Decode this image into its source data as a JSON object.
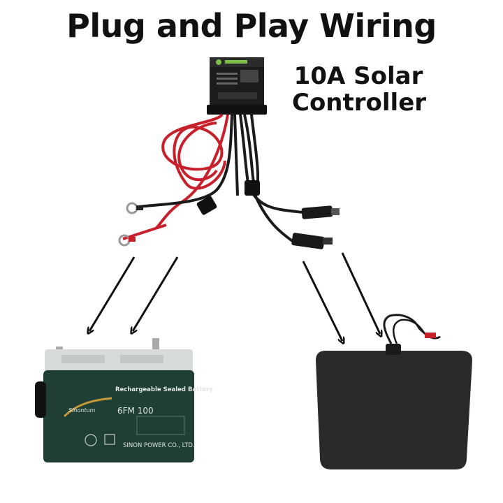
{
  "title": "Plug and Play Wiring",
  "controller_label": {
    "line1": "10A Solar",
    "line2": "Controller"
  },
  "battery": {
    "header_text": "Rechargeable Sealed Battery",
    "model": "6FM 100",
    "maker": "SINON POWER CO., LTD.",
    "brand": "Sinontum"
  },
  "colors": {
    "wire_red": "#c8202a",
    "wire_black": "#1a1a1a",
    "battery_body": "#1f3f35",
    "battery_lid": "#d8dcd8",
    "panel": "#2a2a2c"
  }
}
